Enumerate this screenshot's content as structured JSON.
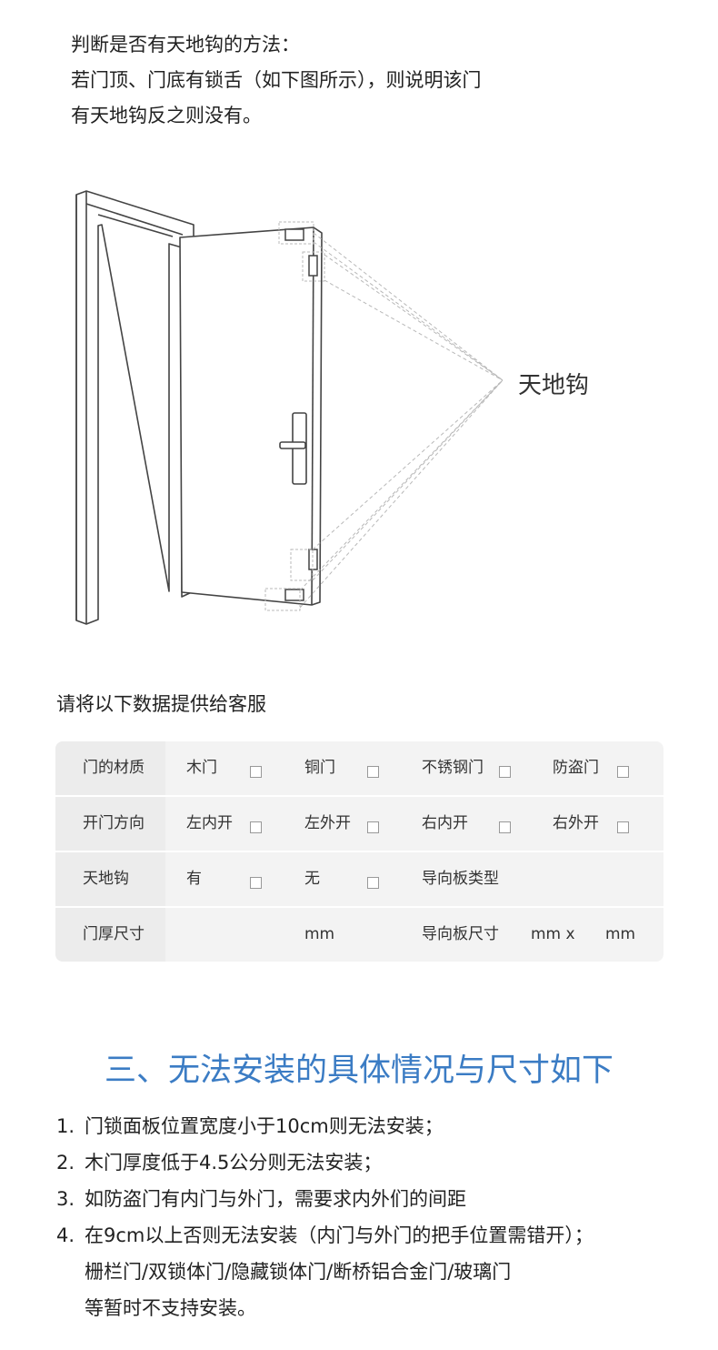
{
  "intro": {
    "line1": "判断是否有天地钩的方法：",
    "line2": "若门顶、门底有锁舌（如下图所示），则说明该门",
    "line3": "有天地钩反之则没有。"
  },
  "diagram": {
    "hook_label": "天地钩"
  },
  "provide_title": "请将以下数据提供给客服",
  "table": {
    "row_material": {
      "header": "门的材质",
      "c1": "木门",
      "c2": "铜门",
      "c3": "不锈钢门",
      "c4": "防盗门"
    },
    "row_direction": {
      "header": "开门方向",
      "c1": "左内开",
      "c2": "左外开",
      "c3": "右内开",
      "c4": "右外开"
    },
    "row_hook": {
      "header": "天地钩",
      "c1": "有",
      "c2": "无",
      "c3": "导向板类型"
    },
    "row_size": {
      "header": "门厚尺寸",
      "unit1": "mm",
      "guide": "导向板尺寸",
      "unit2": "mm x",
      "unit3": "mm"
    }
  },
  "section_title": "三、无法安装的具体情况与尺寸如下",
  "rules": [
    {
      "num": "1.",
      "text": "门锁面板位置宽度小于10cm则无法安装；"
    },
    {
      "num": "2.",
      "text": "木门厚度低于4.5公分则无法安装；"
    },
    {
      "num": "3.",
      "text": "如防盗门有内门与外门，需要求内外们的间距"
    },
    {
      "num": "4.",
      "text": "在9cm以上否则无法安装（内门与外门的把手位置需错开）；",
      "cont1": "栅栏门/双锁体门/隐藏锁体门/断桥铝合金门/玻璃门",
      "cont2": "等暂时不支持安装。"
    }
  ]
}
